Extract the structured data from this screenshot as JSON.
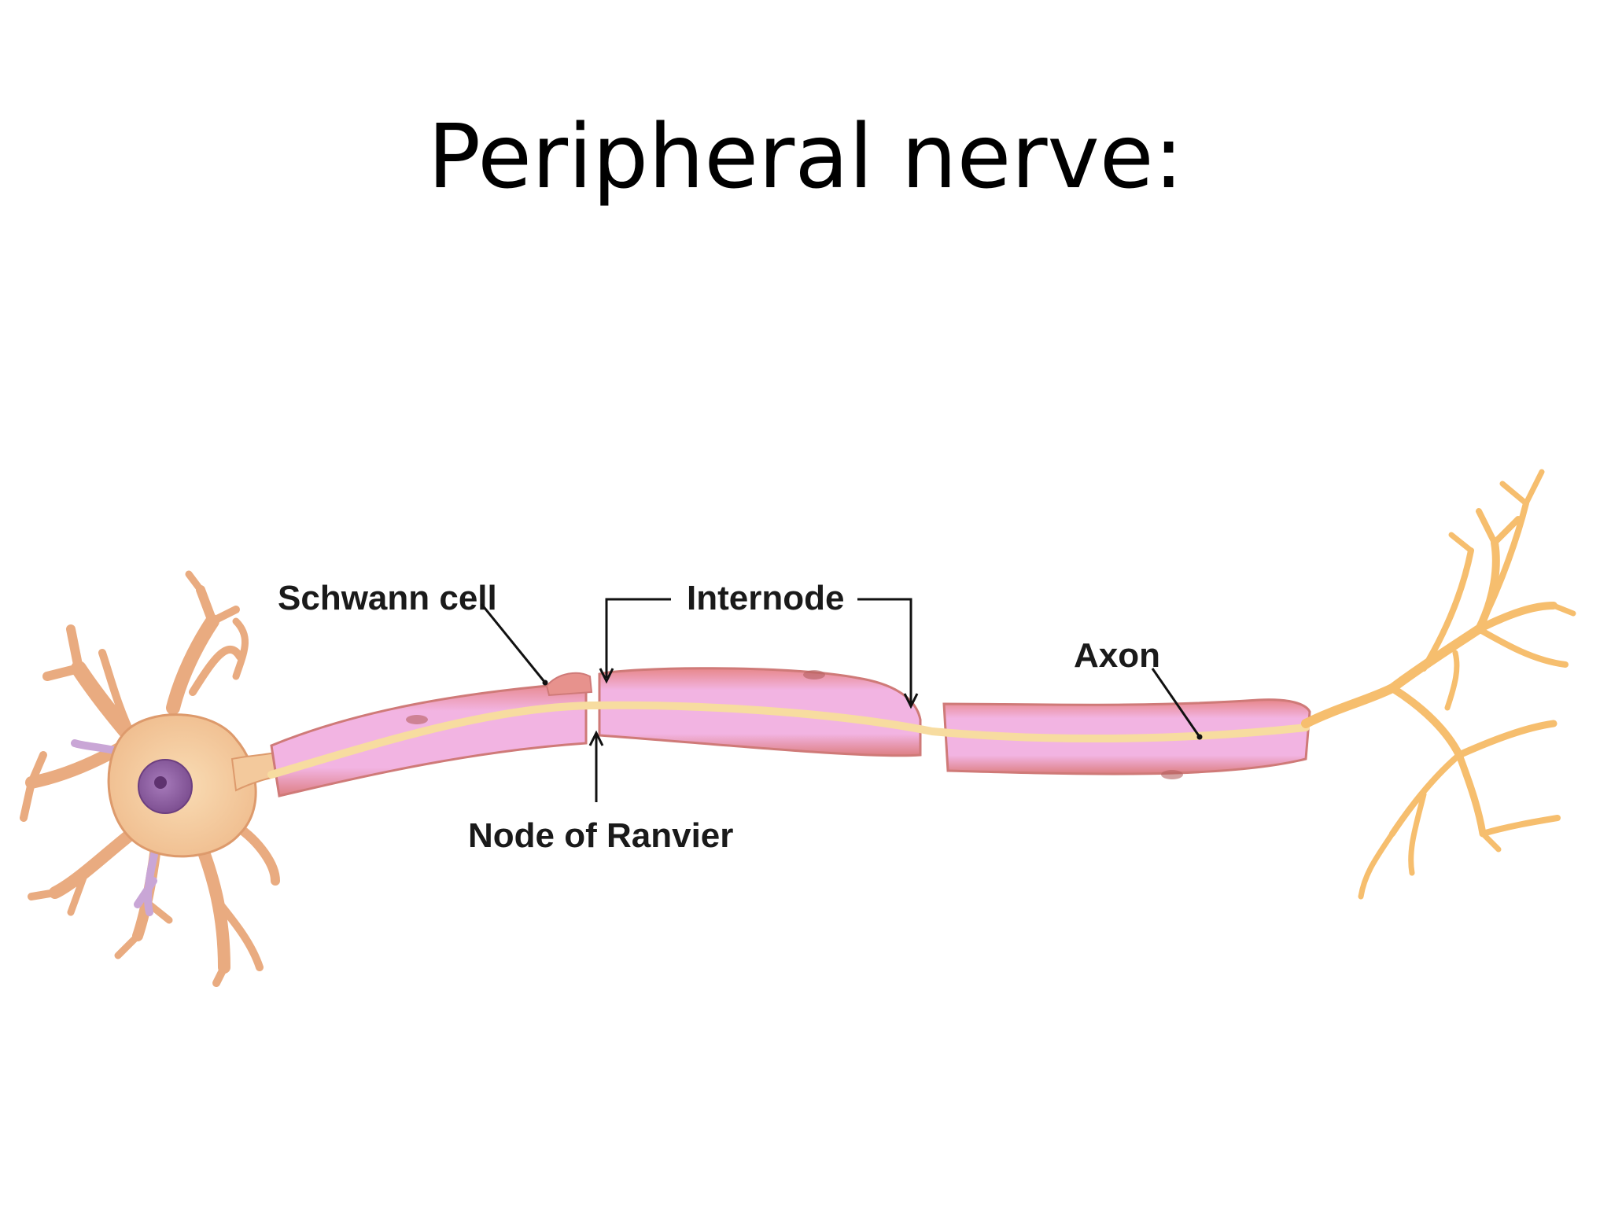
{
  "slide": {
    "title": "Peripheral nerve:"
  },
  "diagram": {
    "labels": {
      "schwann_cell": "Schwann cell",
      "internode": "Internode",
      "axon": "Axon",
      "node_of_ranvier": "Node of Ranvier"
    },
    "colors": {
      "cell_body": "#f4c99a",
      "cell_outline": "#d98a5e",
      "nucleus": "#8a5a9e",
      "myelin_outer": "#e89a9a",
      "myelin_inner": "#f2b8e6",
      "axon_core": "#f7dca0",
      "terminal": "#f6c070",
      "line": "#111111"
    }
  }
}
